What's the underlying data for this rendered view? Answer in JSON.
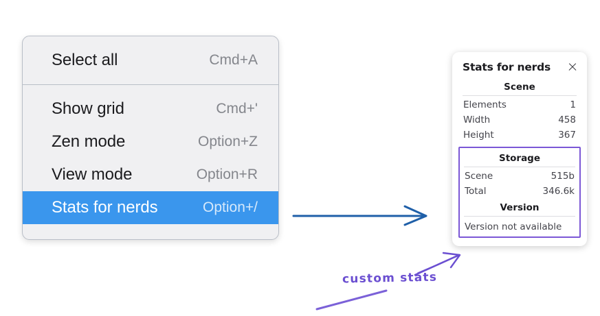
{
  "context_menu": {
    "groups": [
      {
        "items": [
          {
            "label": "Select all",
            "shortcut": "Cmd+A",
            "selected": false
          }
        ]
      },
      {
        "items": [
          {
            "label": "Show grid",
            "shortcut": "Cmd+'",
            "selected": false
          },
          {
            "label": "Zen mode",
            "shortcut": "Option+Z",
            "selected": false
          },
          {
            "label": "View mode",
            "shortcut": "Option+R",
            "selected": false
          },
          {
            "label": "Stats for nerds",
            "shortcut": "Option+/",
            "selected": true
          }
        ]
      }
    ],
    "highlight_color": "#3a96ed"
  },
  "stats_panel": {
    "title": "Stats for nerds",
    "close_icon": "close-icon",
    "sections": [
      {
        "title": "Scene",
        "highlighted": false,
        "rows": [
          {
            "label": "Elements",
            "value": "1"
          },
          {
            "label": "Width",
            "value": "458"
          },
          {
            "label": "Height",
            "value": "367"
          }
        ]
      },
      {
        "title": "Storage",
        "highlighted": true,
        "rows": [
          {
            "label": "Scene",
            "value": "515b"
          },
          {
            "label": "Total",
            "value": "346.6k"
          }
        ]
      },
      {
        "title": "Version",
        "highlighted": true,
        "note": "Version not available"
      }
    ]
  },
  "annotations": {
    "flow_arrow_color": "#1f5fa8",
    "callout_color": "#6b4fd1",
    "callout_text": "custom stats",
    "highlight_box_color": "#7b57d6"
  }
}
